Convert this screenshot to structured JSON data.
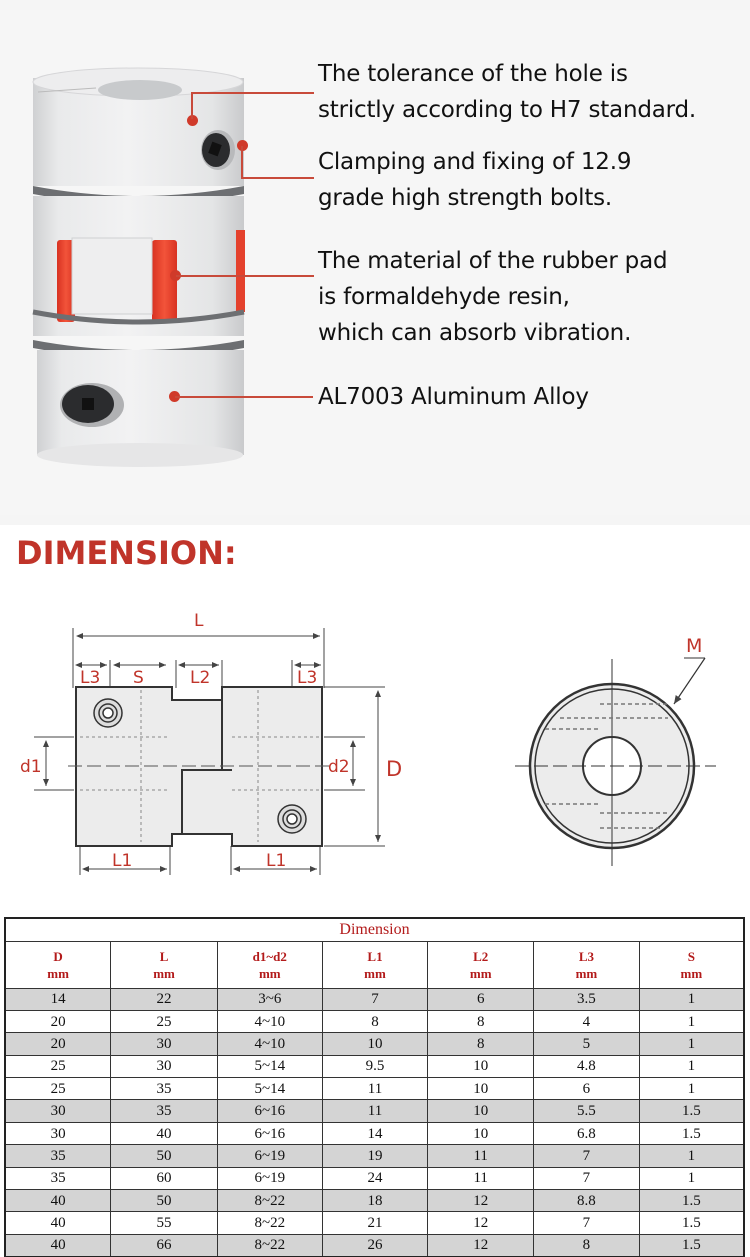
{
  "features": [
    {
      "lines": [
        "The tolerance of the hole is",
        "strictly according to H7 standard."
      ]
    },
    {
      "lines": [
        "Clamping and fixing of 12.9",
        "grade high strength bolts."
      ]
    },
    {
      "lines": [
        "The material of the rubber pad",
        "is formaldehyde resin,",
        "which can absorb vibration."
      ]
    },
    {
      "lines": [
        "AL7003 Aluminum Alloy"
      ]
    }
  ],
  "colors": {
    "accent_red": "#c0342a",
    "leader_red": "#c84a3a",
    "spider_red": "#e8402c",
    "table_header_red": "#b31b1b",
    "row_shade": "#d4d4d4"
  },
  "dimension_section": {
    "title": "DIMENSION:",
    "side_view_labels": {
      "L": "L",
      "L3_left": "L3",
      "S": "S",
      "L2": "L2",
      "L3_right": "L3",
      "d1": "d1",
      "d2": "d2",
      "D": "D",
      "L1_left": "L1",
      "L1_right": "L1"
    },
    "end_view_labels": {
      "M": "M"
    }
  },
  "table": {
    "caption": "Dimension",
    "columns": [
      {
        "name": "D",
        "unit": "mm"
      },
      {
        "name": "L",
        "unit": "mm"
      },
      {
        "name": "d1~d2",
        "unit": "mm"
      },
      {
        "name": "L1",
        "unit": "mm"
      },
      {
        "name": "L2",
        "unit": "mm"
      },
      {
        "name": "L3",
        "unit": "mm"
      },
      {
        "name": "S",
        "unit": "mm"
      }
    ],
    "rows": [
      {
        "shaded": true,
        "cells": [
          "14",
          "22",
          "3~6",
          "7",
          "6",
          "3.5",
          "1"
        ]
      },
      {
        "shaded": false,
        "cells": [
          "20",
          "25",
          "4~10",
          "8",
          "8",
          "4",
          "1"
        ]
      },
      {
        "shaded": true,
        "cells": [
          "20",
          "30",
          "4~10",
          "10",
          "8",
          "5",
          "1"
        ]
      },
      {
        "shaded": false,
        "cells": [
          "25",
          "30",
          "5~14",
          "9.5",
          "10",
          "4.8",
          "1"
        ]
      },
      {
        "shaded": false,
        "cells": [
          "25",
          "35",
          "5~14",
          "11",
          "10",
          "6",
          "1"
        ]
      },
      {
        "shaded": true,
        "cells": [
          "30",
          "35",
          "6~16",
          "11",
          "10",
          "5.5",
          "1.5"
        ]
      },
      {
        "shaded": false,
        "cells": [
          "30",
          "40",
          "6~16",
          "14",
          "10",
          "6.8",
          "1.5"
        ]
      },
      {
        "shaded": true,
        "cells": [
          "35",
          "50",
          "6~19",
          "19",
          "11",
          "7",
          "1"
        ]
      },
      {
        "shaded": false,
        "cells": [
          "35",
          "60",
          "6~19",
          "24",
          "11",
          "7",
          "1"
        ]
      },
      {
        "shaded": true,
        "cells": [
          "40",
          "50",
          "8~22",
          "18",
          "12",
          "8.8",
          "1.5"
        ]
      },
      {
        "shaded": false,
        "cells": [
          "40",
          "55",
          "8~22",
          "21",
          "12",
          "7",
          "1.5"
        ]
      },
      {
        "shaded": true,
        "cells": [
          "40",
          "66",
          "8~22",
          "26",
          "12",
          "8",
          "1.5"
        ]
      }
    ]
  }
}
